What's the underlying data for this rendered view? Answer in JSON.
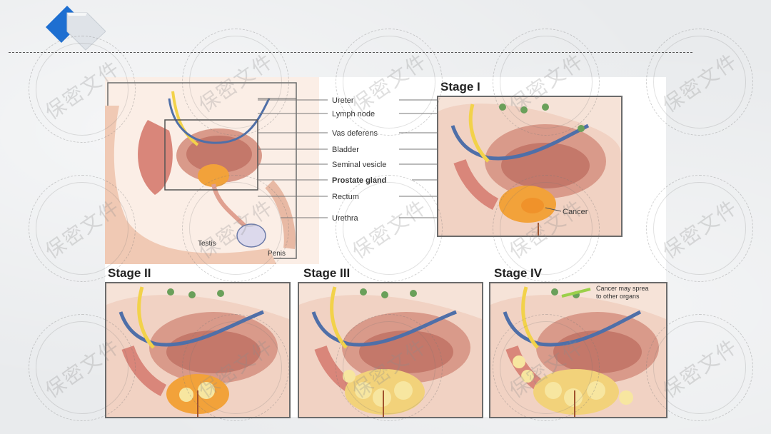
{
  "watermark_text": "保密文件",
  "anatomy": {
    "labels": [
      "Ureter",
      "Lymph node",
      "Vas deferens",
      "Bladder",
      "Seminal vesicle",
      "Prostate gland",
      "Rectum",
      "Urethra"
    ],
    "testis": "Testis",
    "penis": "Penis"
  },
  "stages": {
    "stage1": {
      "title": "Stage I",
      "note": "Cancer"
    },
    "stage2": {
      "title": "Stage II"
    },
    "stage3": {
      "title": "Stage III"
    },
    "stage4": {
      "title": "Stage IV",
      "note_line1": "Cancer may sprea",
      "note_line2": "to other organs"
    }
  },
  "colors": {
    "logo_blue": "#1e6fd1",
    "logo_grey": "#dfe3e8",
    "frame": "#6b6b6b",
    "tissue": "#f3d6c8",
    "bladder": "#d99a8a",
    "prostate": "#f2a23a",
    "cancer": "#f7e6a0",
    "vessel_blue": "#4f6fa8",
    "vessel_yellow": "#f2d24a"
  }
}
